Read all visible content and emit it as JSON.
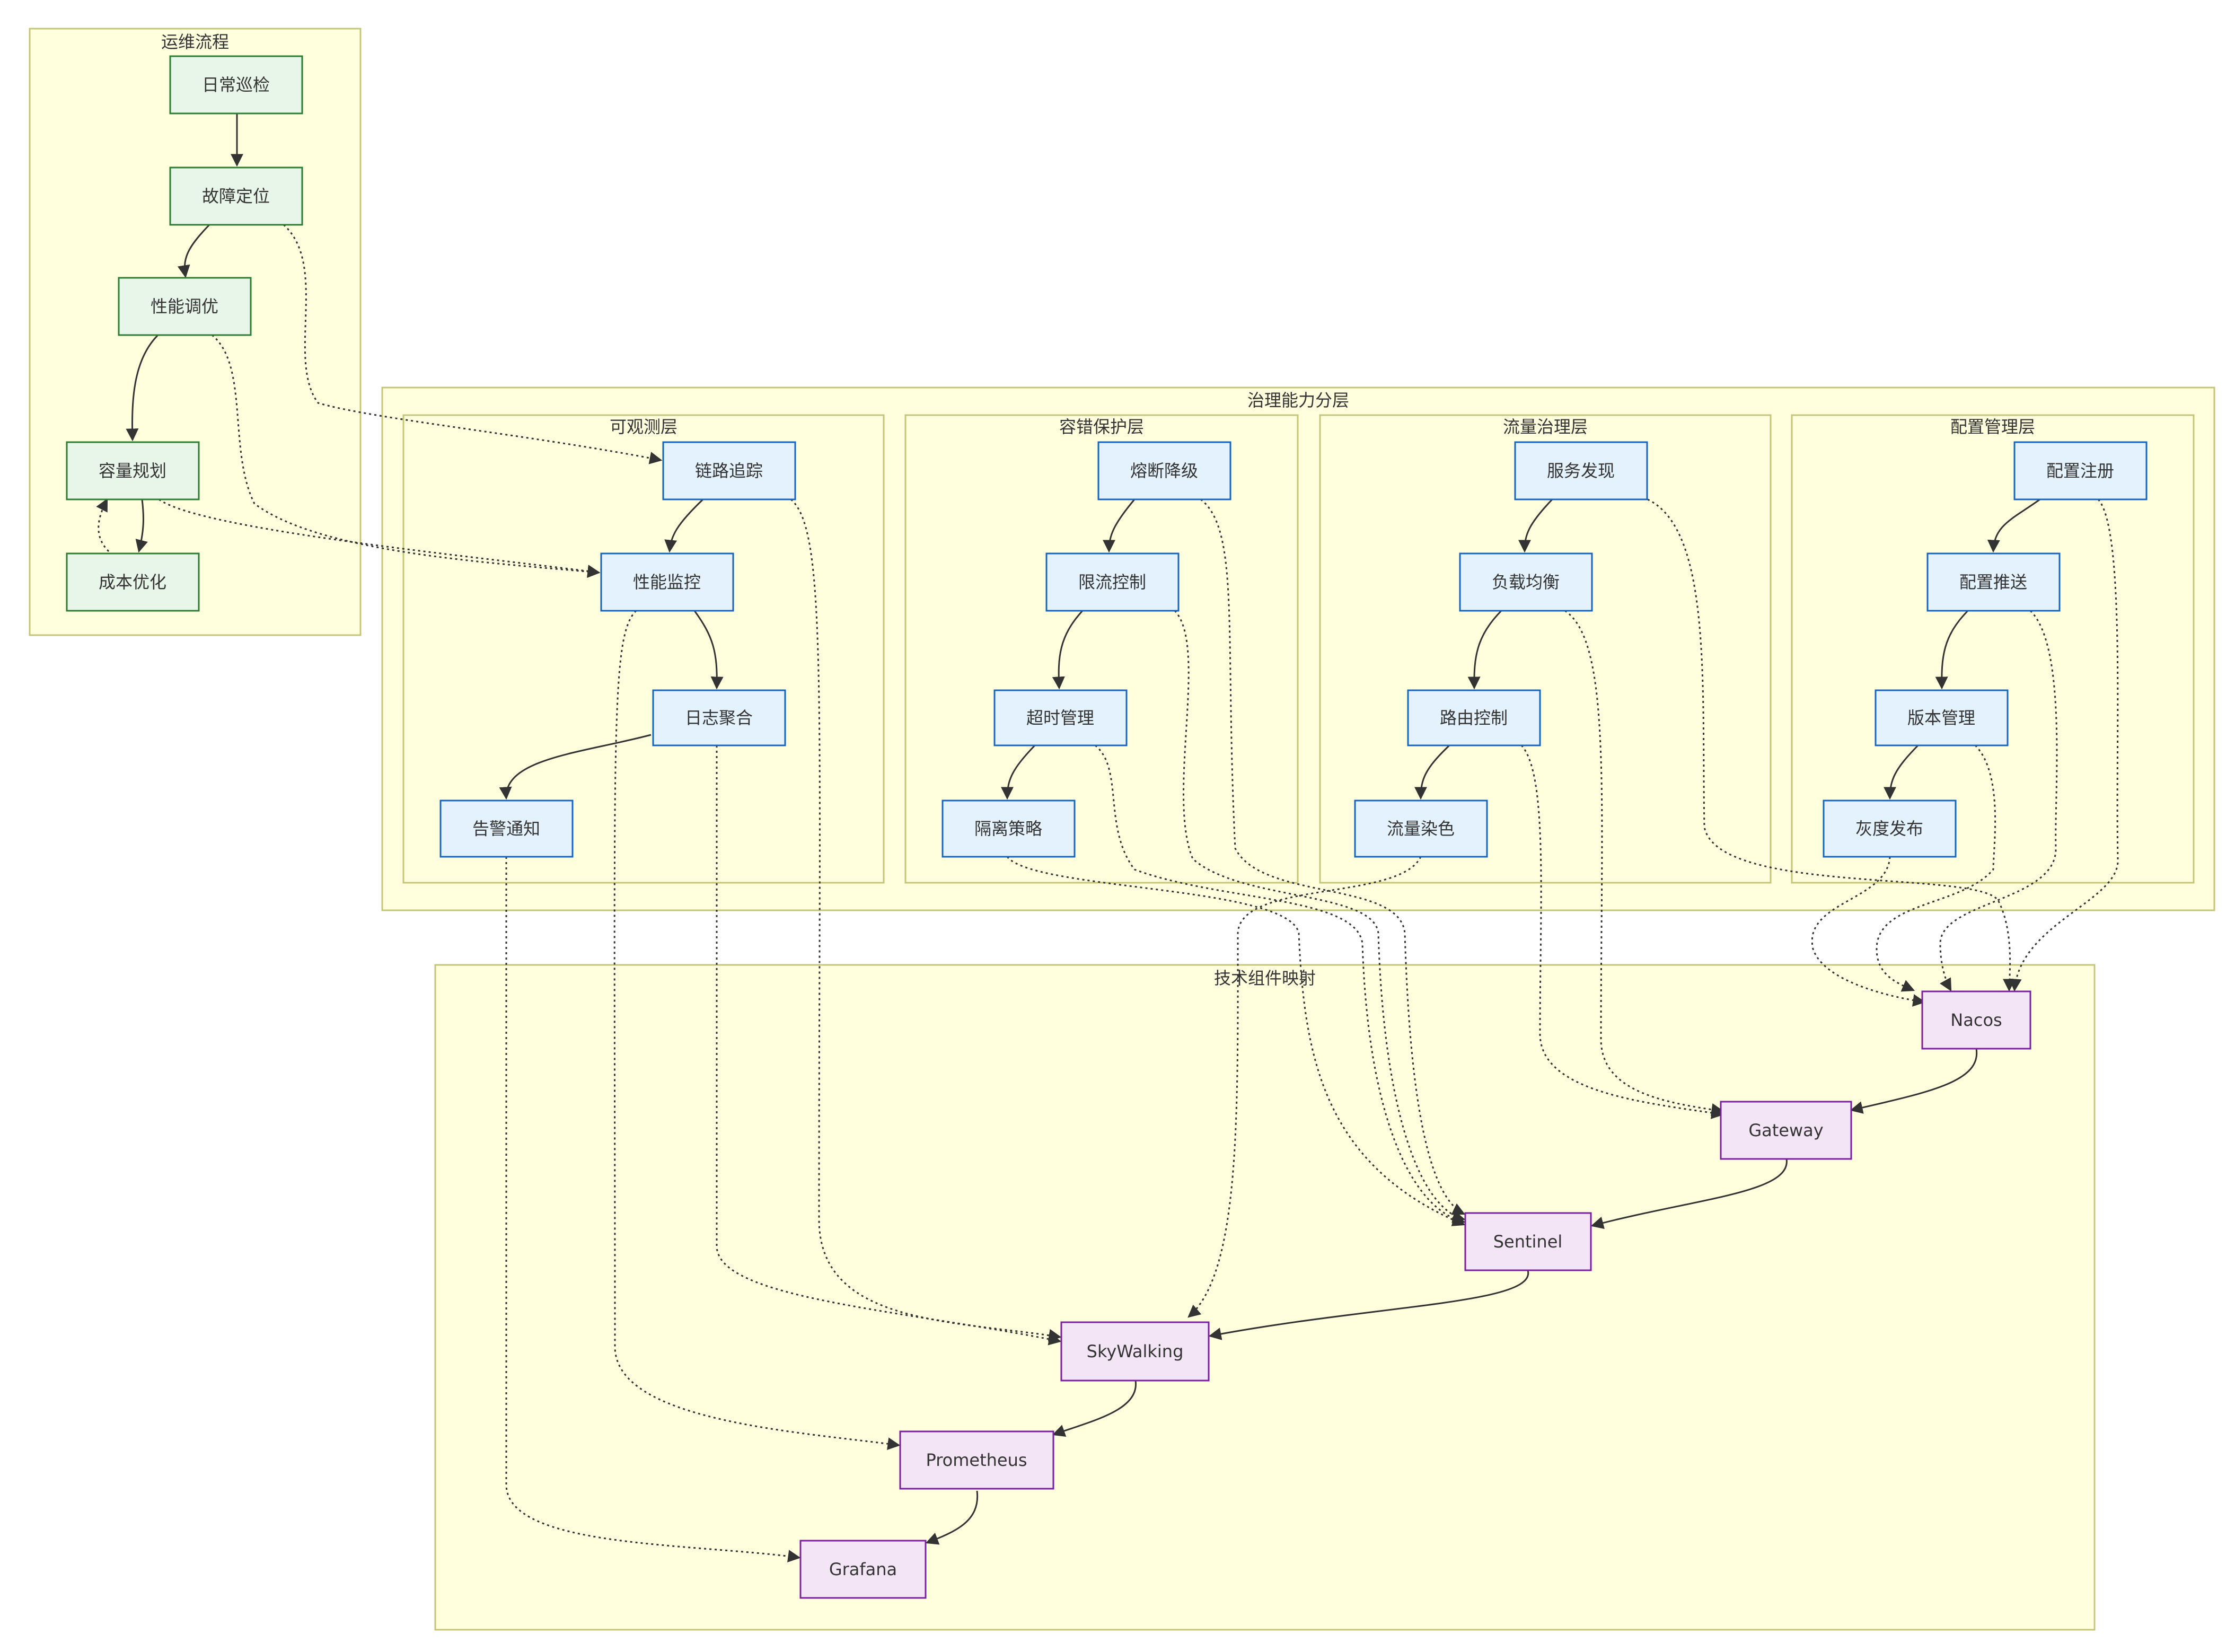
{
  "colors": {
    "group_fill": "#ffffde",
    "group_stroke": "#c5c57a",
    "ops_fill": "#e8f5e9",
    "ops_stroke": "#2e7d32",
    "capability_fill": "#e3f2fd",
    "capability_stroke": "#1565c0",
    "component_fill": "#f3e5f5",
    "component_stroke": "#7b1fa2",
    "edge": "#333333"
  },
  "groups": {
    "ops": "运维流程",
    "governance": "治理能力分层",
    "observability": "可观测层",
    "fault_tolerance": "容错保护层",
    "traffic": "流量治理层",
    "config": "配置管理层",
    "components": "技术组件映射"
  },
  "nodes": {
    "daily_check": "日常巡检",
    "fault_locate": "故障定位",
    "perf_tuning": "性能调优",
    "capacity_plan": "容量规划",
    "cost_opt": "成本优化",
    "tracing": "链路追踪",
    "perf_monitor": "性能监控",
    "log_agg": "日志聚合",
    "alert_notify": "告警通知",
    "circuit_break": "熔断降级",
    "rate_limit": "限流控制",
    "timeout_mgmt": "超时管理",
    "isolation": "隔离策略",
    "service_discovery": "服务发现",
    "load_balance": "负载均衡",
    "routing": "路由控制",
    "traffic_tagging": "流量染色",
    "config_register": "配置注册",
    "config_push": "配置推送",
    "version_mgmt": "版本管理",
    "gray_release": "灰度发布",
    "nacos": "Nacos",
    "gateway": "Gateway",
    "sentinel": "Sentinel",
    "skywalking": "SkyWalking",
    "prometheus": "Prometheus",
    "grafana": "Grafana"
  }
}
